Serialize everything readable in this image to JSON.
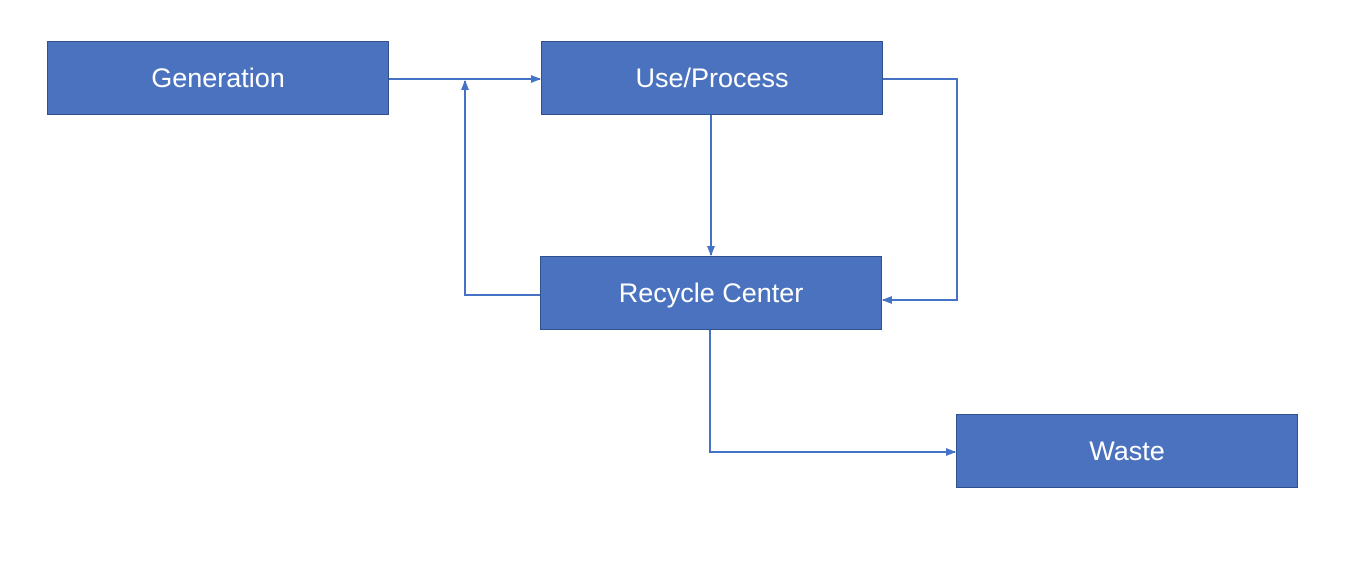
{
  "nodes": {
    "generation": "Generation",
    "use_process": "Use/Process",
    "recycle_center": "Recycle Center",
    "waste": "Waste"
  },
  "colors": {
    "box_fill": "#4a72bf",
    "box_border": "#2f528f",
    "connector": "#4472c4",
    "text": "#ffffff"
  },
  "edges": [
    {
      "from": "Generation",
      "to": "Use/Process"
    },
    {
      "from": "Use/Process",
      "to": "Recycle Center"
    },
    {
      "from": "Use/Process",
      "to": "Recycle Center"
    },
    {
      "from": "Recycle Center",
      "to": "Use/Process"
    },
    {
      "from": "Recycle Center",
      "to": "Waste"
    }
  ]
}
